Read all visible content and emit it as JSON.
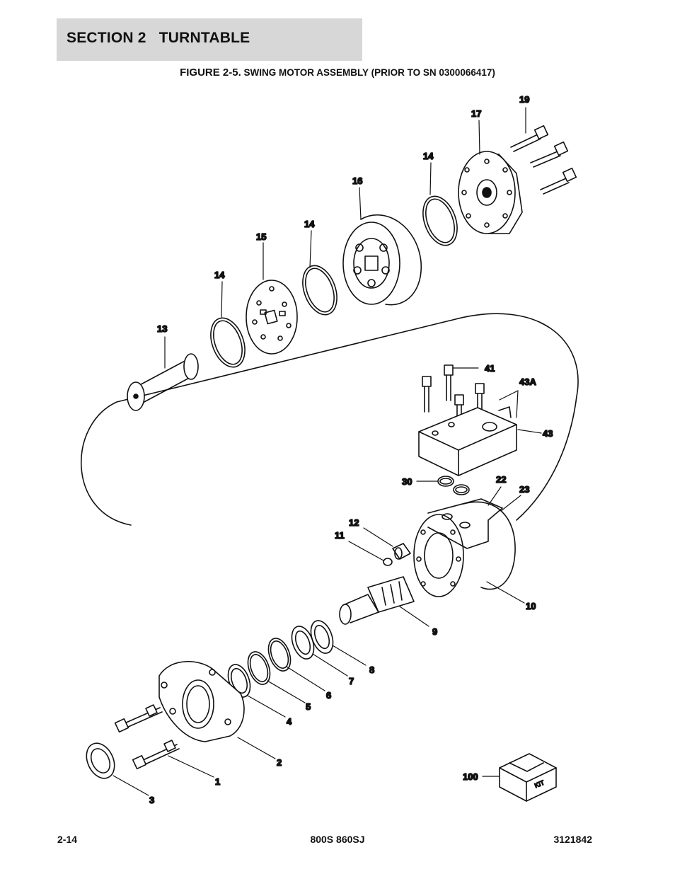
{
  "header": {
    "section_title": "SECTION 2   TURNTABLE"
  },
  "figure": {
    "number": "FIGURE 2-5.",
    "title": "SWING MOTOR ASSEMBLY (PRIOR TO SN 0300066417)"
  },
  "callouts": {
    "c1": "1",
    "c2": "2",
    "c3": "3",
    "c4": "4",
    "c5": "5",
    "c6": "6",
    "c7": "7",
    "c8": "8",
    "c9": "9",
    "c10": "10",
    "c11": "11",
    "c12": "12",
    "c13": "13",
    "c14a": "14",
    "c14b": "14",
    "c14c": "14",
    "c15": "15",
    "c16": "16",
    "c17": "17",
    "c19": "19",
    "c22": "22",
    "c23": "23",
    "c30": "30",
    "c41": "41",
    "c43": "43",
    "c43a": "43A",
    "c100": "100"
  },
  "kit_label": "KIT",
  "footer": {
    "page": "2-14",
    "model": "800S 860SJ",
    "part_number": "3121842"
  }
}
